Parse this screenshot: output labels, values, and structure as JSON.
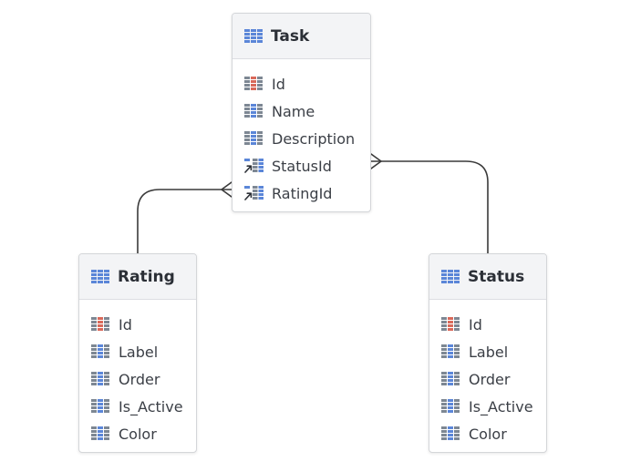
{
  "colors": {
    "header_bg": "#f3f4f6",
    "border": "#d4d6d9",
    "grid_blue": "#5b86d8",
    "grid_red": "#d9695a",
    "grid_gray": "#7d8793",
    "connector": "#3a3a3a"
  },
  "entities": {
    "task": {
      "title": "Task",
      "title_icon": "table-icon",
      "fields": [
        {
          "name": "Id",
          "icon": "primary-key-icon"
        },
        {
          "name": "Name",
          "icon": "column-icon"
        },
        {
          "name": "Description",
          "icon": "column-icon"
        },
        {
          "name": "StatusId",
          "icon": "foreign-key-icon"
        },
        {
          "name": "RatingId",
          "icon": "foreign-key-icon"
        }
      ]
    },
    "rating": {
      "title": "Rating",
      "title_icon": "table-icon",
      "fields": [
        {
          "name": "Id",
          "icon": "primary-key-icon"
        },
        {
          "name": "Label",
          "icon": "column-icon"
        },
        {
          "name": "Order",
          "icon": "column-icon"
        },
        {
          "name": "Is_Active",
          "icon": "column-icon"
        },
        {
          "name": "Color",
          "icon": "column-icon"
        }
      ]
    },
    "status": {
      "title": "Status",
      "title_icon": "table-icon",
      "fields": [
        {
          "name": "Id",
          "icon": "primary-key-icon"
        },
        {
          "name": "Label",
          "icon": "column-icon"
        },
        {
          "name": "Order",
          "icon": "column-icon"
        },
        {
          "name": "Is_Active",
          "icon": "column-icon"
        },
        {
          "name": "Color",
          "icon": "column-icon"
        }
      ]
    }
  },
  "relationships": [
    {
      "from": "task.RatingId",
      "to": "rating",
      "cardinality": "many-to-one"
    },
    {
      "from": "task.StatusId",
      "to": "status",
      "cardinality": "many-to-one"
    }
  ]
}
